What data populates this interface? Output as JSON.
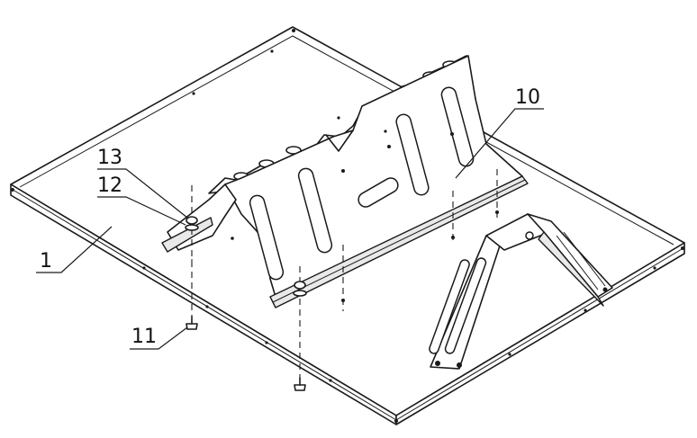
{
  "callouts": [
    {
      "id": "13",
      "label": "13"
    },
    {
      "id": "12",
      "label": "12"
    },
    {
      "id": "1",
      "label": "1"
    },
    {
      "id": "11",
      "label": "11"
    },
    {
      "id": "10",
      "label": "10"
    }
  ]
}
